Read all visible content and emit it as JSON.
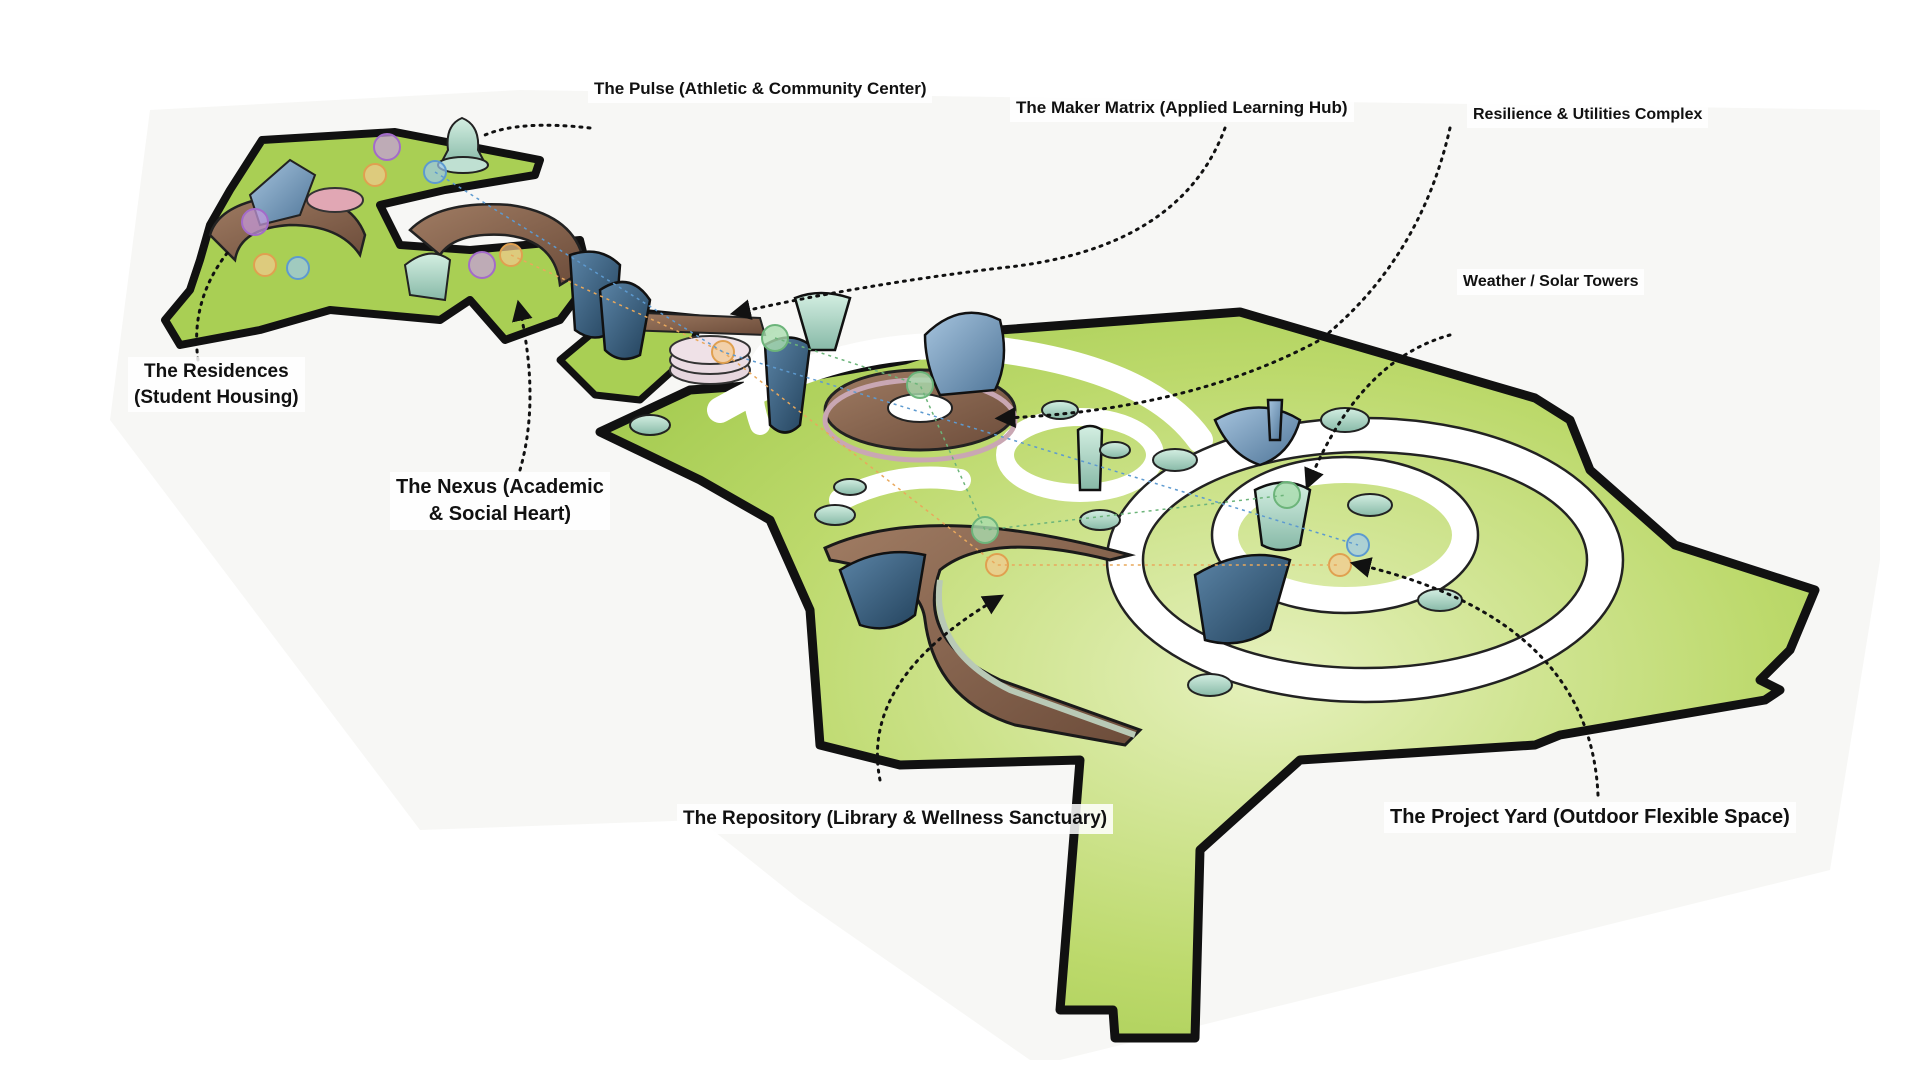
{
  "diagram": {
    "labels": {
      "pulse": "The Pulse (Athletic & Community Center)",
      "maker": "The Maker Matrix (Applied Learning Hub)",
      "resilience": "Resilience & Utilities Complex",
      "weather": "Weather / Solar Towers",
      "residences_line1": "The Residences",
      "residences_line2": "(Student Housing)",
      "nexus_line1": "The Nexus (Academic",
      "nexus_line2": "& Social Heart)",
      "repository": "The Repository (Library & Wellness Sanctuary)",
      "project_yard": "The Project Yard (Outdoor Flexible Space)"
    },
    "colors": {
      "ground": "#a9cf54",
      "ground_light": "#d3e79a",
      "outline": "#111111",
      "path": "#ffffff",
      "building_dark": "#355a78",
      "building_mid": "#6f93b4",
      "building_light": "#aad2c2",
      "deck_brown": "#86624c",
      "deck_pink": "#d9b6bf",
      "node_purple": "#c79be0",
      "node_orange": "#f3c98f",
      "node_blue": "#9cc7ec",
      "node_green": "#a9dcae"
    }
  }
}
